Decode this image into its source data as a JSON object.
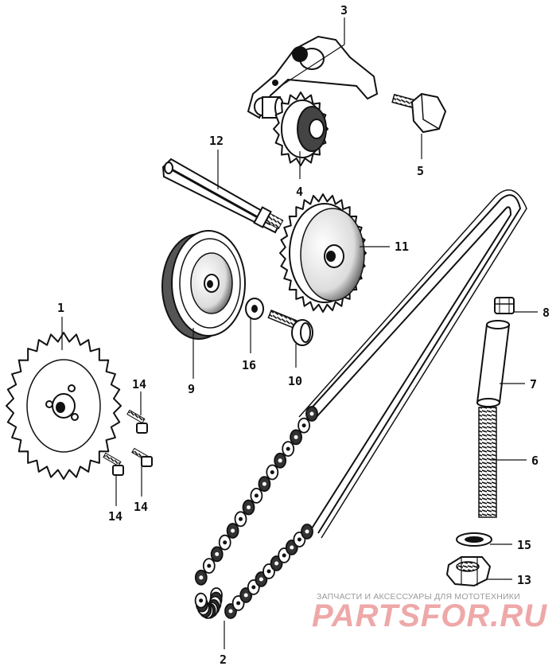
{
  "parts": {
    "p1": "1",
    "p2": "2",
    "p3": "3",
    "p4": "4",
    "p5": "5",
    "p6": "6",
    "p7": "7",
    "p8": "8",
    "p9": "9",
    "p10": "10",
    "p11": "11",
    "p12": "12",
    "p13": "13",
    "p14a": "14",
    "p14b": "14",
    "p14c": "14",
    "p15": "15",
    "p16": "16"
  },
  "watermark": {
    "tagline": "ЗАПЧАСТИ И АКСЕССУАРЫ ДЛЯ МОТОТЕХНИКИ",
    "logo": "PARTSFOR.RU"
  },
  "colors": {
    "ink": "#111111",
    "watermark_text": "#9a9a9a",
    "watermark_logo": "#ec9a9a"
  }
}
